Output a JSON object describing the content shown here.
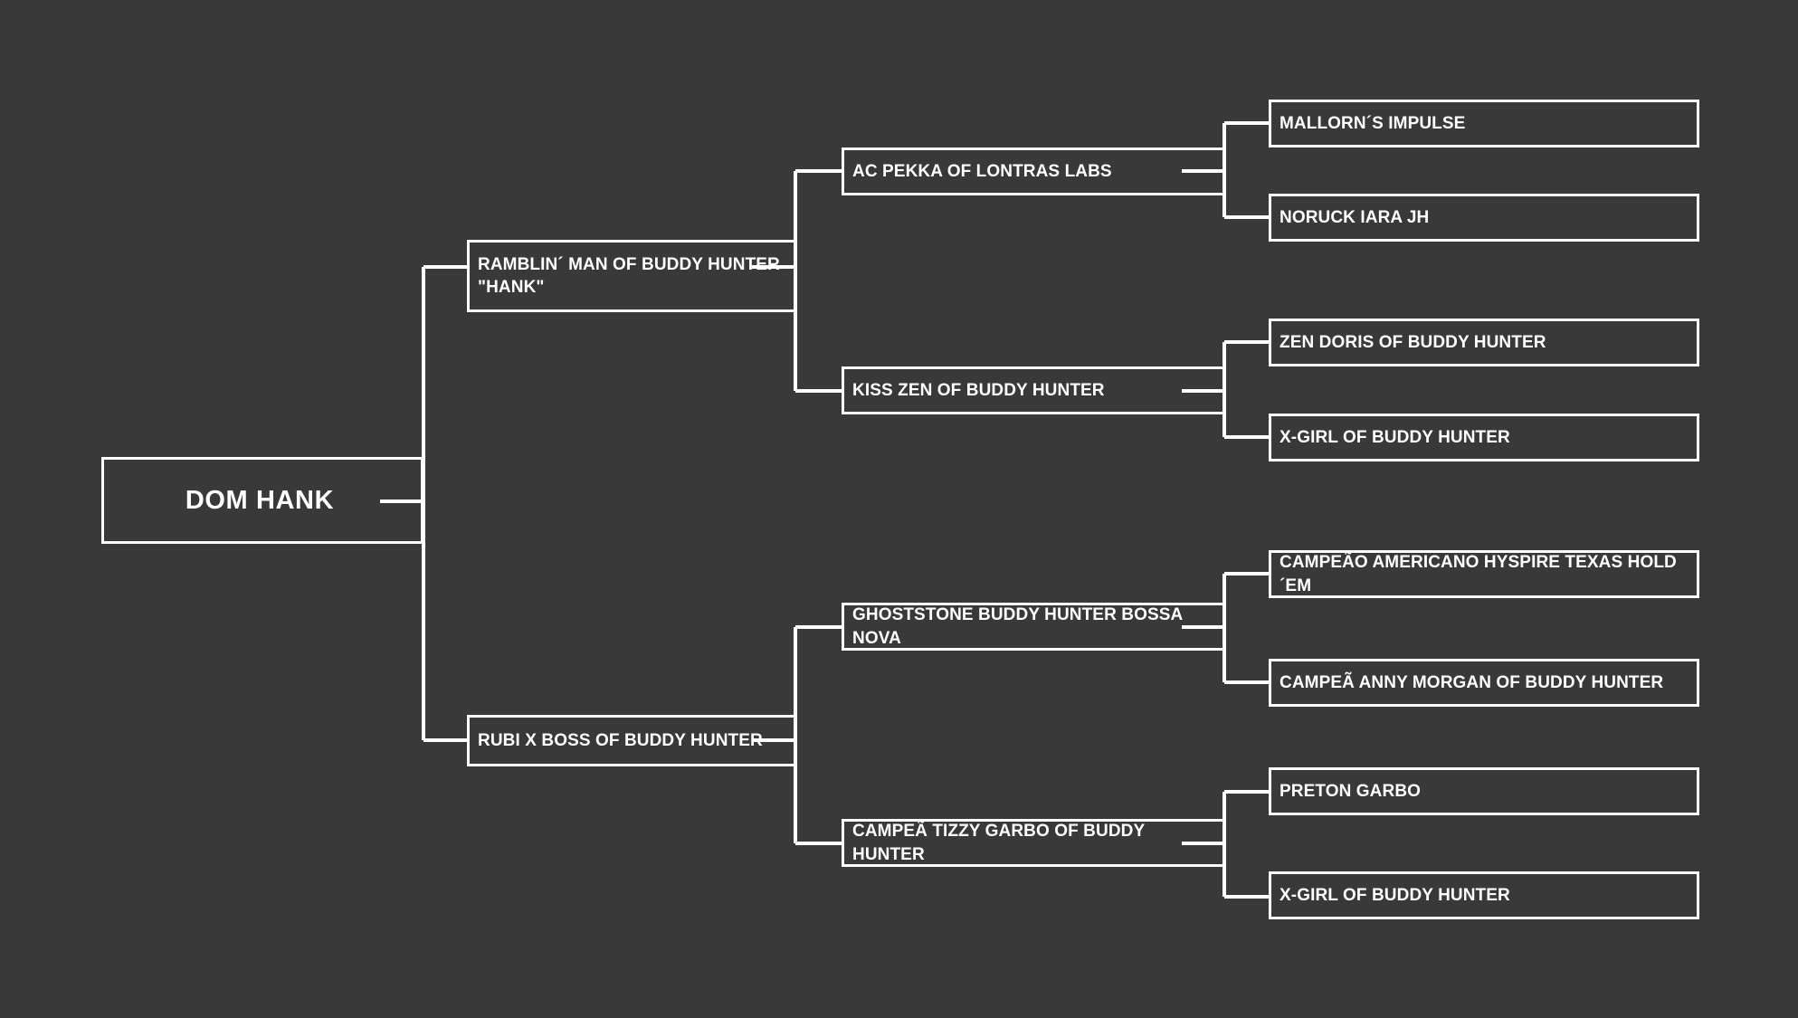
{
  "diagram": {
    "type": "pedigree-tree",
    "title": "DOM HANK",
    "orientation": "left-to-right",
    "background_color": "#3a3939",
    "box_border_color": "#ffffff",
    "text_color": "#ffffff",
    "connector_color": "#ffffff",
    "generations": 4
  },
  "nodes": {
    "root": {
      "label": "DOM HANK",
      "generation": 0
    },
    "gen1": [
      {
        "label": "RAMBLIN´ MAN OF BUDDY HUNTER\n\"HANK\"",
        "generation": 1,
        "role": "sire"
      },
      {
        "label": "RUBI X BOSS OF BUDDY HUNTER",
        "generation": 1,
        "role": "dam"
      }
    ],
    "gen2": [
      {
        "label": "AC PEKKA OF LONTRAS LABS",
        "generation": 2,
        "parent": "RAMBLIN´ MAN OF BUDDY HUNTER \"HANK\""
      },
      {
        "label": "KISS ZEN OF BUDDY HUNTER",
        "generation": 2,
        "parent": "RAMBLIN´ MAN OF BUDDY HUNTER \"HANK\""
      },
      {
        "label": "GHOSTSTONE BUDDY HUNTER BOSSA NOVA",
        "generation": 2,
        "parent": "RUBI X BOSS OF BUDDY HUNTER"
      },
      {
        "label": "CAMPEÃ TIZZY GARBO OF BUDDY HUNTER",
        "generation": 2,
        "parent": "RUBI X BOSS OF BUDDY HUNTER"
      }
    ],
    "gen3": [
      {
        "label": "MALLORN´S IMPULSE",
        "generation": 3,
        "parent": "AC PEKKA OF LONTRAS LABS"
      },
      {
        "label": "NORUCK IARA JH",
        "generation": 3,
        "parent": "AC PEKKA OF LONTRAS LABS"
      },
      {
        "label": "ZEN DORIS OF BUDDY HUNTER",
        "generation": 3,
        "parent": "KISS ZEN OF BUDDY HUNTER"
      },
      {
        "label": "X-GIRL OF BUDDY HUNTER",
        "generation": 3,
        "parent": "KISS ZEN OF BUDDY HUNTER"
      },
      {
        "label": "CAMPEÃO AMERICANO HYSPIRE TEXAS HOLD´EM",
        "generation": 3,
        "parent": "GHOSTSTONE BUDDY HUNTER BOSSA NOVA"
      },
      {
        "label": "CAMPEÃ ANNY MORGAN OF BUDDY HUNTER",
        "generation": 3,
        "parent": "GHOSTSTONE BUDDY HUNTER BOSSA NOVA"
      },
      {
        "label": "PRETON GARBO",
        "generation": 3,
        "parent": "CAMPEÃ TIZZY GARBO OF BUDDY HUNTER"
      },
      {
        "label": "X-GIRL OF BUDDY HUNTER",
        "generation": 3,
        "parent": "CAMPEÃ TIZZY GARBO OF BUDDY HUNTER"
      }
    ]
  }
}
